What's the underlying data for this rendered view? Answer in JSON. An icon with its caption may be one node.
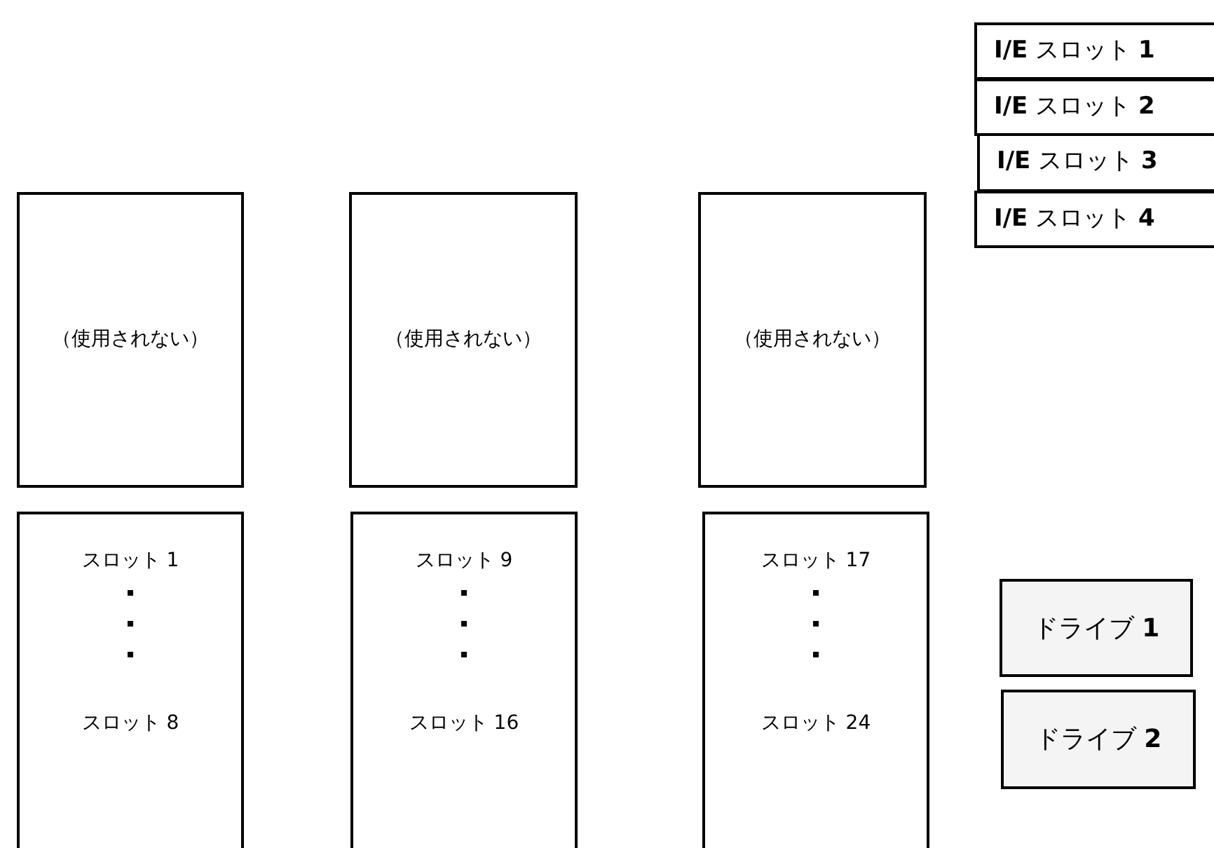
{
  "diagram": {
    "nodes": [
      {
        "text": [
          "（使用されない）"
        ]
      },
      {
        "text": [
          "（使用されない）"
        ]
      },
      {
        "text": [
          "（使用されない）"
        ]
      },
      {
        "text": [
          "スロット 1",
          "スロット 8"
        ]
      },
      {
        "text": [
          "スロット 9",
          "スロット 16"
        ]
      },
      {
        "text": [
          "スロット 17",
          "スロット 24"
        ]
      },
      {
        "text": [
          "**I/E** スロット **1**"
        ]
      },
      {
        "text": [
          "**I/E** スロット **2**"
        ]
      },
      {
        "text": [
          "**I/E** スロット **3**"
        ]
      },
      {
        "text": [
          "**I/E** スロット **4**"
        ]
      },
      {
        "text": [
          "ドライブ **1**"
        ]
      },
      {
        "text": [
          "ドライブ **2**"
        ]
      }
    ]
  }
}
